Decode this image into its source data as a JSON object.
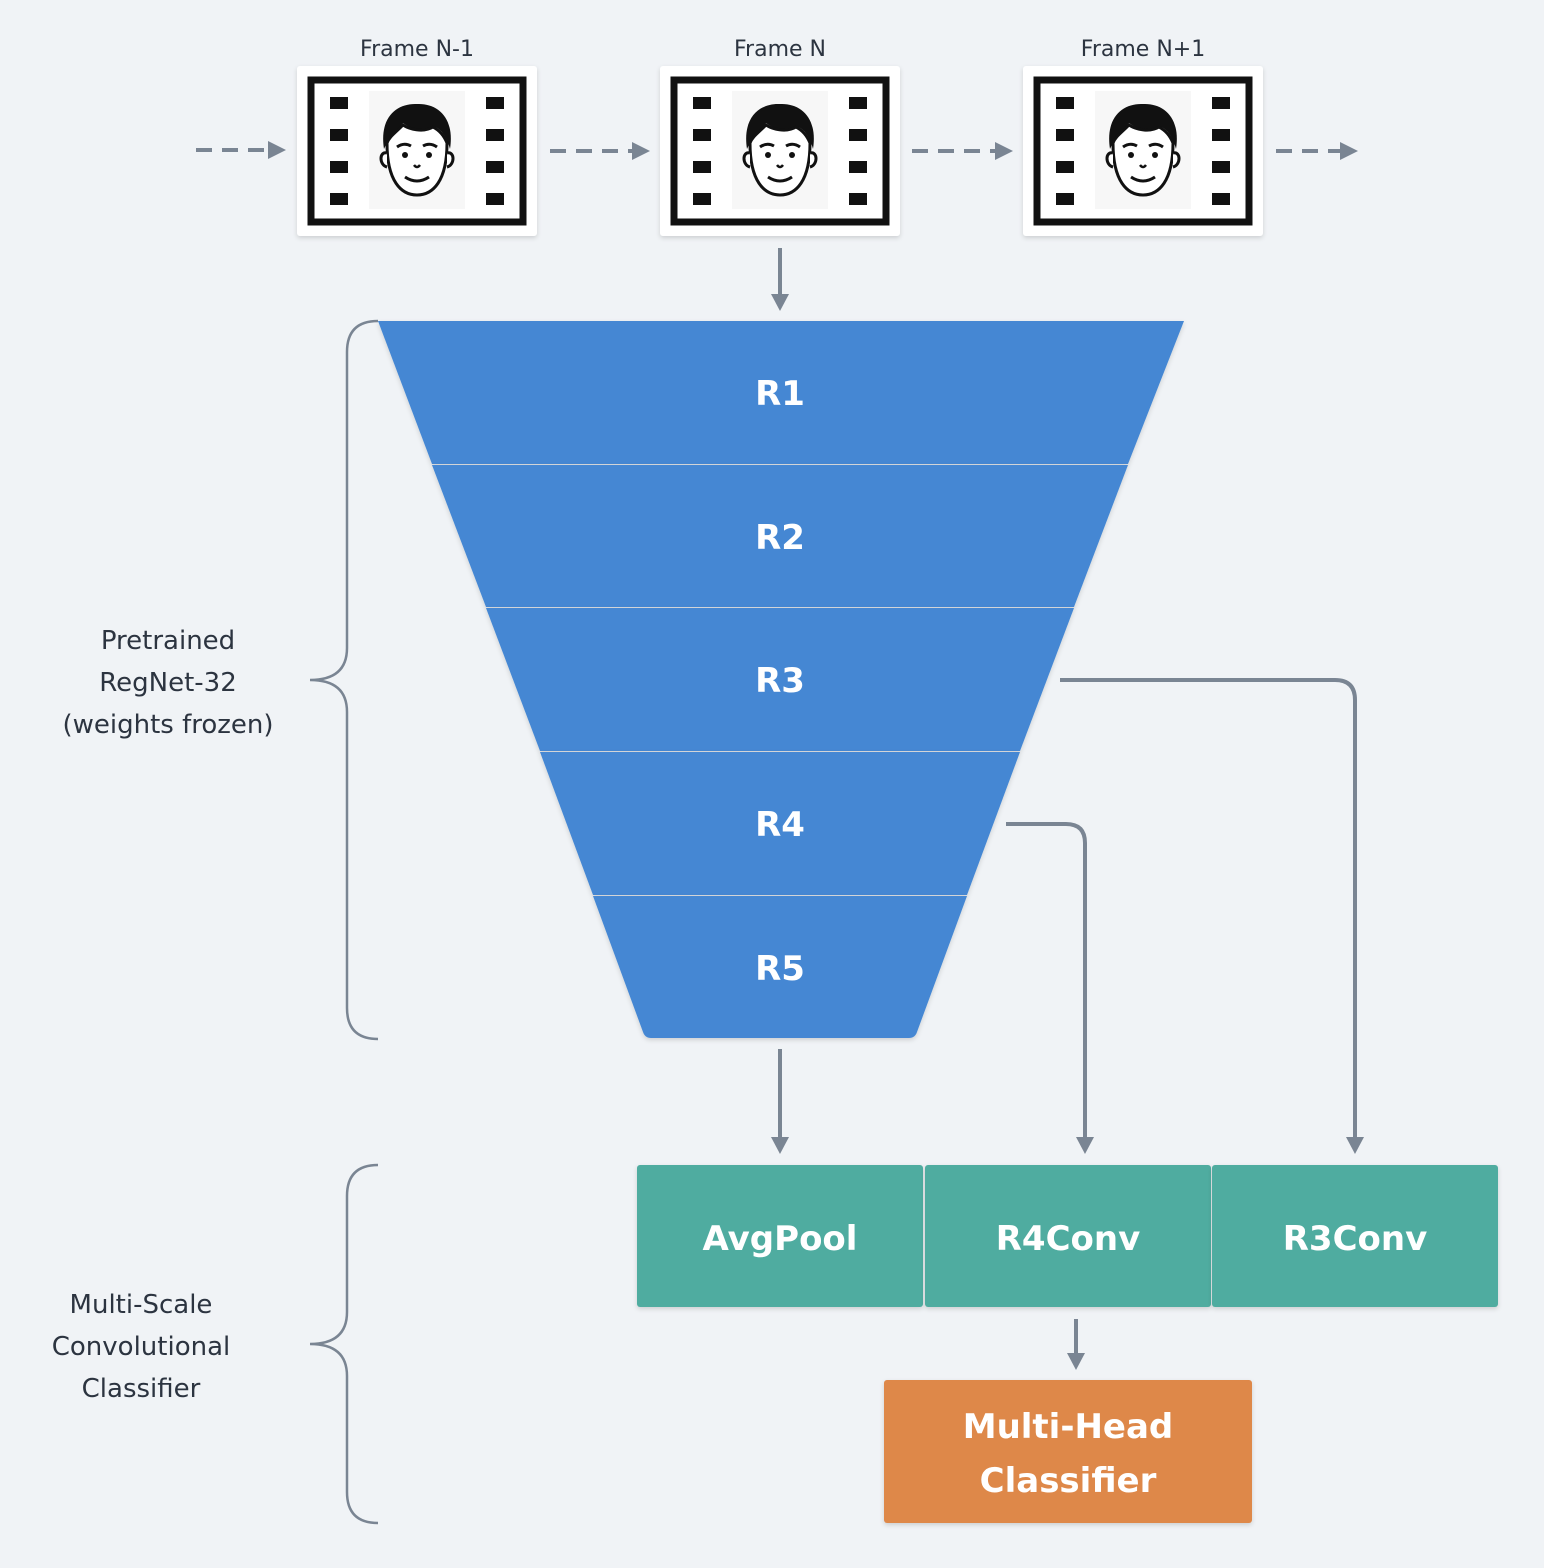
{
  "frames": [
    {
      "label": "Frame N-1"
    },
    {
      "label": "Frame N"
    },
    {
      "label": "Frame N+1"
    }
  ],
  "backbone": {
    "stages": [
      {
        "label": "R1"
      },
      {
        "label": "R2"
      },
      {
        "label": "R3"
      },
      {
        "label": "R4"
      },
      {
        "label": "R5"
      }
    ],
    "brace_label": [
      "Pretrained",
      "RegNet-32",
      "(weights frozen)"
    ]
  },
  "heads": [
    {
      "label": "AvgPool"
    },
    {
      "label": "R4Conv"
    },
    {
      "label": "R3Conv"
    }
  ],
  "classifier": {
    "label_lines": [
      "Multi-Head",
      "Classifier"
    ]
  },
  "classifier_brace_label": [
    "Multi-Scale",
    "Convolutional",
    "Classifier"
  ],
  "colors": {
    "background": "#f0f3f6",
    "funnel": "#4487d3",
    "heads": "#50aca0",
    "classifier": "#de884a",
    "connector": "#7a8593",
    "text": "#2c3440"
  },
  "icons": {
    "frame": "film-frame-face-icon"
  }
}
